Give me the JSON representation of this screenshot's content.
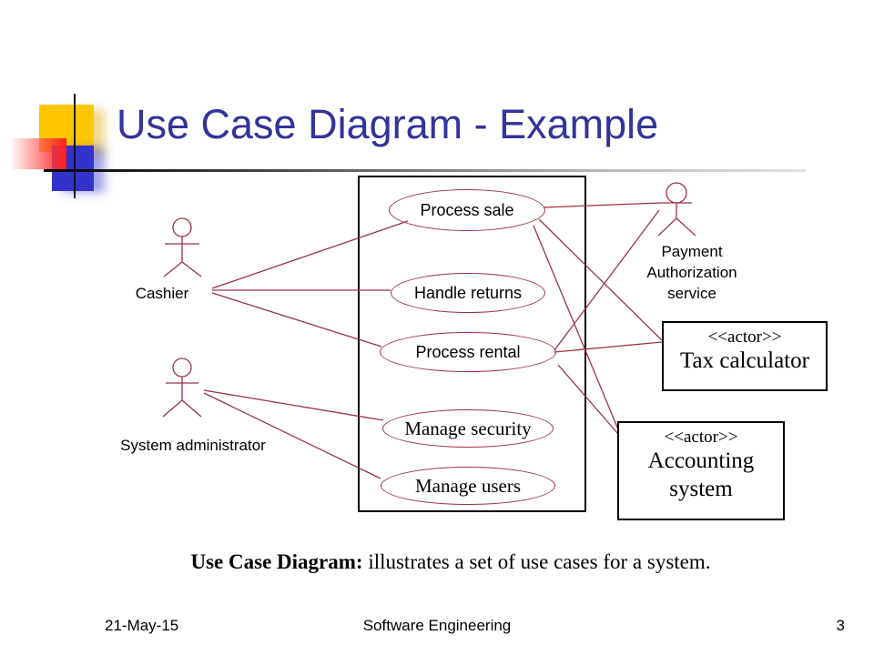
{
  "slide": {
    "title": "Use Case Diagram - Example",
    "caption_lead": "Use Case Diagram:",
    "caption_rest": " illustrates a set of use cases for a system.",
    "footer": {
      "date": "21-May-15",
      "center": "Software Engineering",
      "page_number": "3"
    }
  },
  "diagram": {
    "use_cases": [
      {
        "label": "Process sale"
      },
      {
        "label": "Handle returns"
      },
      {
        "label": "Process rental"
      },
      {
        "label": "Manage security"
      },
      {
        "label": "Manage users"
      }
    ],
    "actors": [
      {
        "label": "Cashier"
      },
      {
        "label": "System administrator"
      },
      {
        "label": "Payment Authorization service"
      }
    ],
    "external_systems": [
      {
        "stereotype": "<<actor>>",
        "name": "Tax calculator"
      },
      {
        "stereotype": "<<actor>>",
        "name": "Accounting system"
      }
    ],
    "colors": {
      "association_line": "#993344",
      "title_text": "#333399",
      "deco_yellow": "#ffc800",
      "deco_blue": "#3333cc",
      "deco_red": "#ff1f1f"
    }
  }
}
